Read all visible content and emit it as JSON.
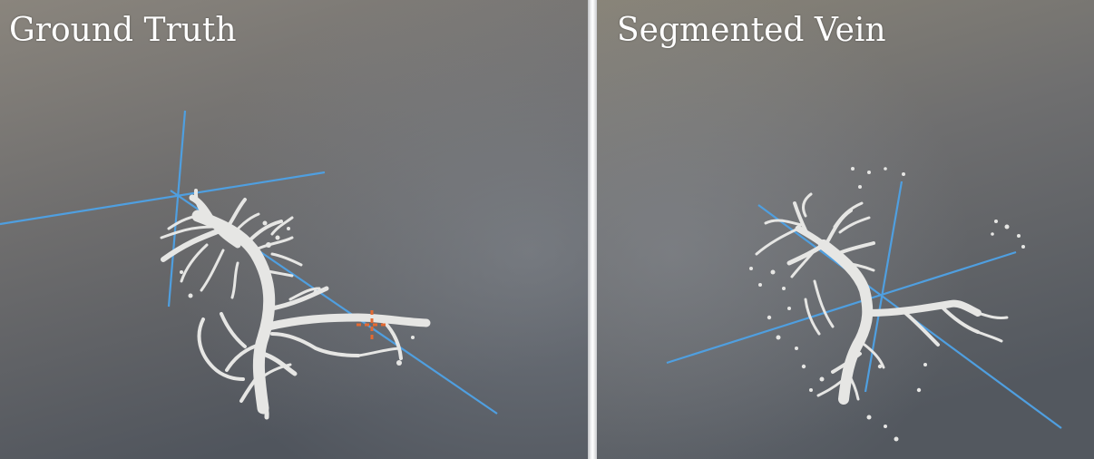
{
  "panels": [
    {
      "id": "ground-truth",
      "title": "Ground Truth"
    },
    {
      "id": "segmented-vein",
      "title": "Segmented Vein"
    }
  ],
  "colors": {
    "background_top": "#84817b",
    "background_bottom": "#56595f",
    "axis_line": "#4f9fe0",
    "vessel": "#e6e6e4",
    "marker": "#e46a32",
    "title_text": "#ffffff"
  }
}
